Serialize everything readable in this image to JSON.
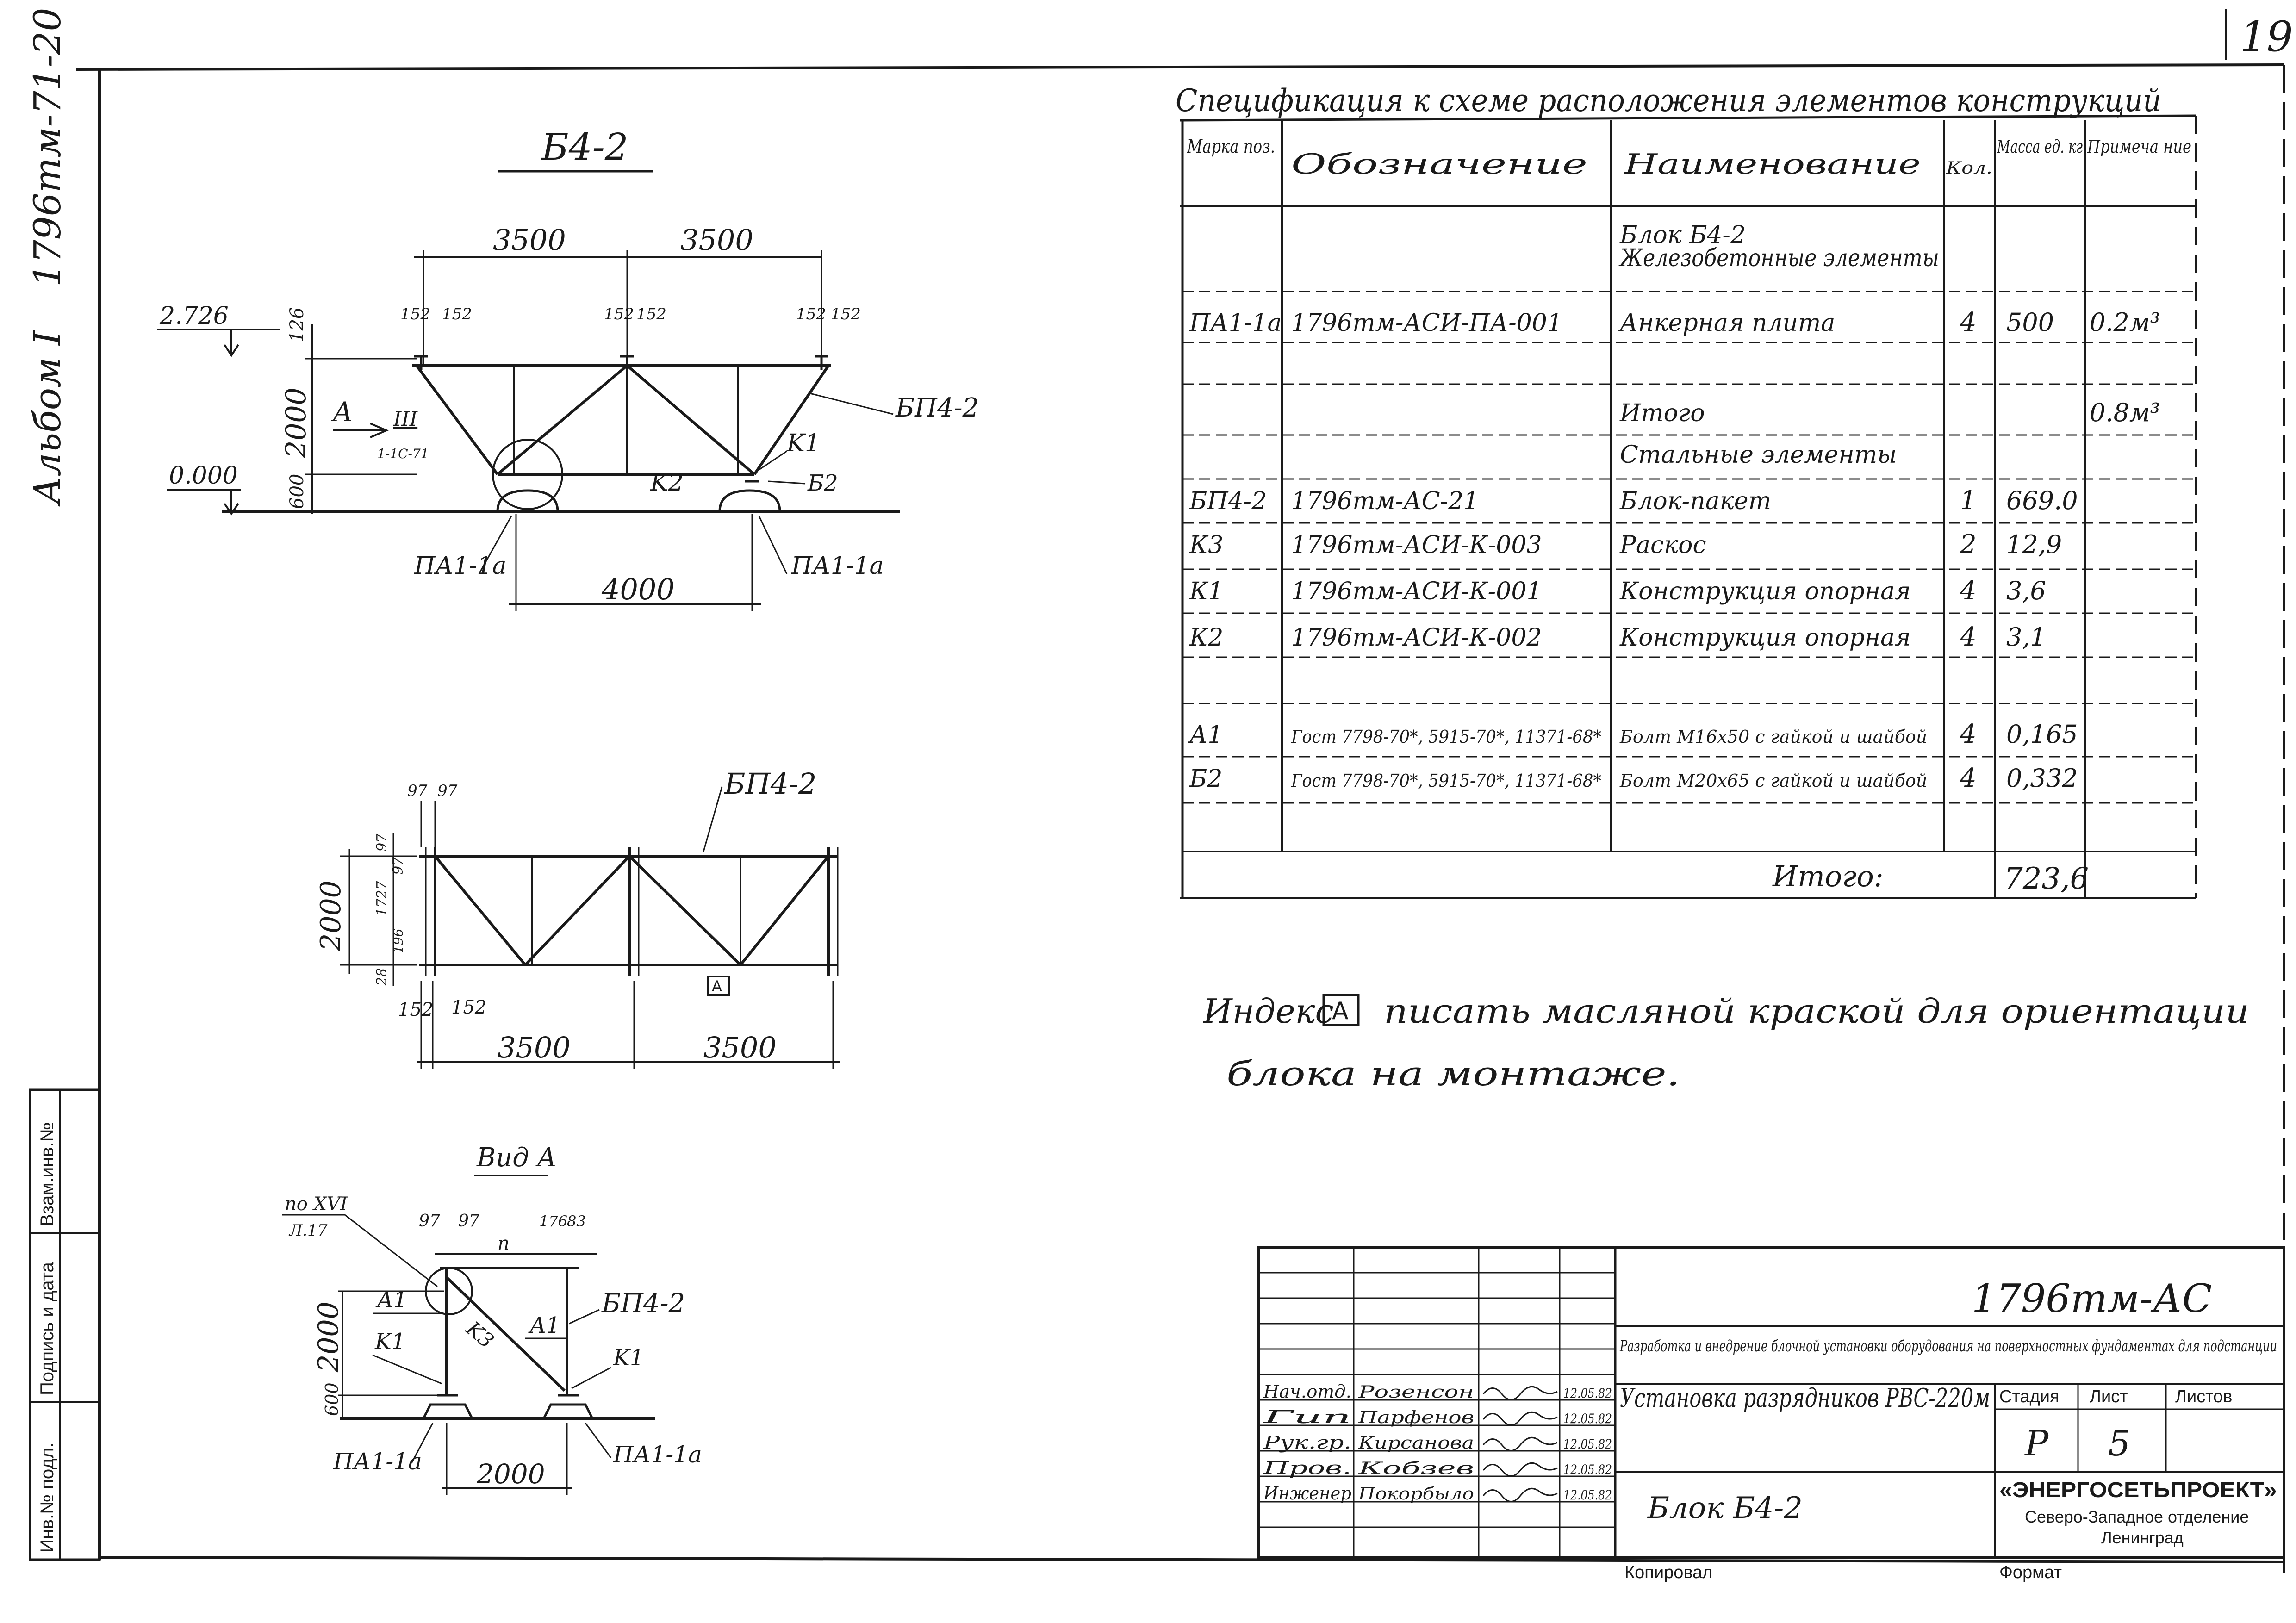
{
  "page": {
    "number": "19"
  },
  "margin": {
    "album": "Альбом I",
    "code": "1796тм-71-20"
  },
  "views": {
    "main": {
      "title": "Б4-2",
      "dim_span1": "3500",
      "dim_span2": "3500",
      "dim_152a": "152",
      "dim_152b": "152",
      "dim_152c": "152",
      "dim_152d": "152",
      "dim_152e": "152",
      "dim_152f": "152",
      "elev_top": "2.726",
      "elev_bottom": "0.000",
      "dim_126": "126",
      "dim_2000": "2000",
      "dim_600": "600",
      "arrow_a": "A",
      "section_mark": "III",
      "section_ref": "1-1С-71",
      "label_bp": "БП4-2",
      "label_k1": "K1",
      "label_k2": "K2",
      "label_b2": "Б2",
      "pa_left": "ПА1-1а",
      "pa_right": "ПА1-1а",
      "dim_4000": "4000"
    },
    "plan": {
      "label_bp": "БП4-2",
      "dim_97a": "97",
      "dim_97b": "97",
      "dim_97c": "97",
      "dim_97d": "97",
      "dim_2000": "2000",
      "dim_1727": "1727",
      "dim_196": "196",
      "dim_28": "28",
      "dim_152a": "152",
      "dim_152b": "152",
      "index_a": "A",
      "dim_span1": "3500",
      "dim_span2": "3500"
    },
    "view_a": {
      "title": "Вид А",
      "ref_po": "по XVI",
      "ref_sheet": "Л.17",
      "dim_97a": "97",
      "dim_97b": "97",
      "dim_176": "176",
      "dim_83": "83",
      "label_p": "п",
      "label_a1_left": "A1",
      "label_a1_right": "A1",
      "label_k1_left": "K1",
      "label_k1_right": "K1",
      "label_k3": "K3",
      "label_bp": "БП4-2",
      "dim_2000": "2000",
      "dim_600": "600",
      "dim_bottom": "2000",
      "pa_left": "ПА1-1а",
      "pa_right": "ПА1-1а"
    }
  },
  "spec": {
    "title": "Спецификация к схеме расположения элементов конструкций",
    "headers": {
      "mark": "Марка поз.",
      "designation": "Обозначение",
      "name": "Наименование",
      "qty": "Кол.",
      "mass": "Масса ед. кг",
      "note": "Примеча ние"
    },
    "rows": [
      {
        "mark": "",
        "designation": "",
        "name": "Блок Б4-2",
        "qty": "",
        "mass": "",
        "note": ""
      },
      {
        "mark": "",
        "designation": "",
        "name": "Железобетонные элементы",
        "qty": "",
        "mass": "",
        "note": ""
      },
      {
        "mark": "ПА1-1а",
        "designation": "1796тм-АСИ-ПА-001",
        "name": "Анкерная плита",
        "qty": "4",
        "mass": "500",
        "note": "0.2м³"
      },
      {
        "mark": "",
        "designation": "",
        "name": "",
        "qty": "",
        "mass": "",
        "note": ""
      },
      {
        "mark": "",
        "designation": "",
        "name": "Итого",
        "qty": "",
        "mass": "",
        "note": "0.8м³"
      },
      {
        "mark": "",
        "designation": "",
        "name": "Стальные элементы",
        "qty": "",
        "mass": "",
        "note": ""
      },
      {
        "mark": "БП4-2",
        "designation": "1796тм-АС-21",
        "name": "Блок-пакет",
        "qty": "1",
        "mass": "669.0",
        "note": ""
      },
      {
        "mark": "К3",
        "designation": "1796тм-АСИ-К-003",
        "name": "Раскос",
        "qty": "2",
        "mass": "12,9",
        "note": ""
      },
      {
        "mark": "К1",
        "designation": "1796тм-АСИ-К-001",
        "name": "Конструкция опорная",
        "qty": "4",
        "mass": "3,6",
        "note": ""
      },
      {
        "mark": "К2",
        "designation": "1796тм-АСИ-К-002",
        "name": "Конструкция опорная",
        "qty": "4",
        "mass": "3,1",
        "note": ""
      },
      {
        "mark": "",
        "designation": "",
        "name": "",
        "qty": "",
        "mass": "",
        "note": ""
      },
      {
        "mark": "А1",
        "designation": "Гост 7798-70*, 5915-70*, 11371-68*",
        "name": "Болт М16х50 с гайкой и шайбой",
        "qty": "4",
        "mass": "0,165",
        "note": ""
      },
      {
        "mark": "Б2",
        "designation": "Гост 7798-70*, 5915-70*, 11371-68*",
        "name": "Болт М20х65 с гайкой и шайбой",
        "qty": "4",
        "mass": "0,332",
        "note": ""
      },
      {
        "mark": "",
        "designation": "",
        "name": "",
        "qty": "",
        "mass": "",
        "note": ""
      }
    ],
    "total_label": "Итого:",
    "total_value": "723,6"
  },
  "note": {
    "line1_before": "Индекс",
    "index_box": "A",
    "line1_after": "писать масляной краской для ориентации",
    "line2": "блока на монтаже."
  },
  "stamp": {
    "code": "1796тм-АС",
    "project": "Разработка и внедрение блочной установки оборудования на поверхностных фундаментах для подстанции",
    "title": "Установка разрядников РВС-220м",
    "drawing": "Блок Б4-2",
    "stage_label": "Стадия",
    "sheet_label": "Лист",
    "sheets_label": "Листов",
    "stage": "Р",
    "sheet": "5",
    "sheets": "",
    "org_name": "«ЭНЕРГОСЕТЬПРОЕКТ»",
    "org_branch": "Северо-Западное отделение",
    "org_city": "Ленинград",
    "signers": [
      {
        "role": "Нач.отд.",
        "name": "Розенсон",
        "date": "12.05.82"
      },
      {
        "role": "Гип",
        "name": "Парфенов",
        "date": "12.05.82"
      },
      {
        "role": "Рук.гр.",
        "name": "Кирсанова",
        "date": "12.05.82"
      },
      {
        "role": "Пров.",
        "name": "Кобзев",
        "date": "12.05.82"
      },
      {
        "role": "Инженер",
        "name": "Покорбыло",
        "date": "12.05.82"
      }
    ],
    "copied": "Копировал",
    "format": "Формат"
  },
  "side_stamp": {
    "inv_replace": "Взам.инв.№",
    "signature_date": "Подпись и дата",
    "inv_original": "Инв.№ подл."
  }
}
